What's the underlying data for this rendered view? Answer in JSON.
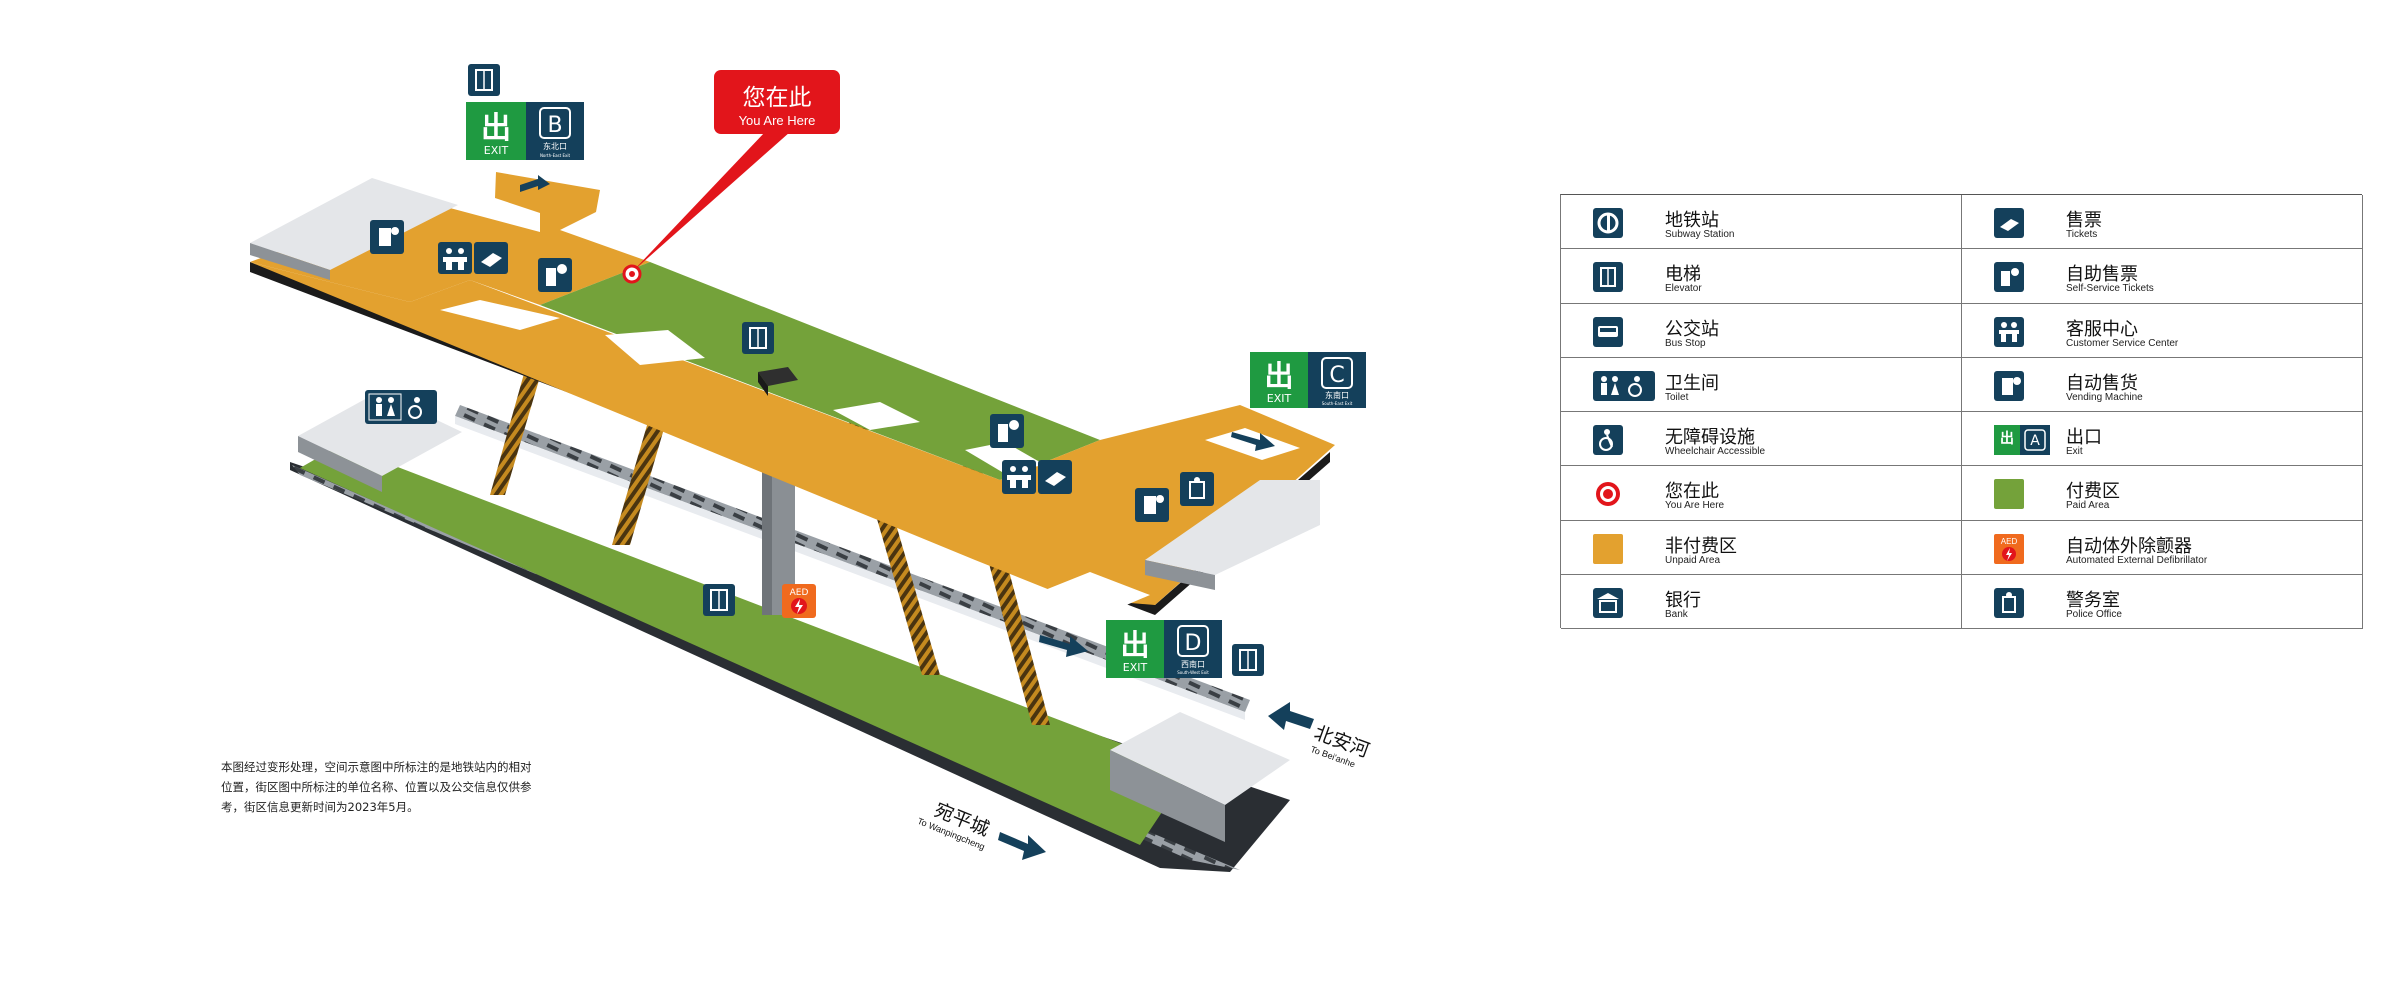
{
  "map": {
    "you_are_here": {
      "cn": "您在此",
      "en": "You Are Here"
    },
    "exits": [
      {
        "id": "B",
        "label": "EXIT",
        "cn": "东北口",
        "en": "North-East Exit"
      },
      {
        "id": "C",
        "label": "EXIT",
        "cn": "东南口",
        "en": "South-East Exit"
      },
      {
        "id": "D",
        "label": "EXIT",
        "cn": "西南口",
        "en": "South-West Exit"
      }
    ],
    "exit_glyph": "出",
    "directions": {
      "north": {
        "cn": "北安河",
        "en": "To Bei'anhe"
      },
      "south": {
        "cn": "宛平城",
        "en": "To Wanpingcheng"
      }
    },
    "aed_label": "AED",
    "note": "本图经过变形处理，空间示意图中所标注的是地铁站内的相对位置，街区图中所标注的单位名称、位置以及公交信息仅供参考，街区信息更新时间为2023年5月。"
  },
  "legend": [
    {
      "cn": "地铁站",
      "en": "Subway Station",
      "icon": "subway-icon"
    },
    {
      "cn": "售票",
      "en": "Tickets",
      "icon": "tickets-icon"
    },
    {
      "cn": "电梯",
      "en": "Elevator",
      "icon": "elevator-icon"
    },
    {
      "cn": "自助售票",
      "en": "Self-Service Tickets",
      "icon": "self-service-tickets-icon"
    },
    {
      "cn": "公交站",
      "en": "Bus Stop",
      "icon": "bus-icon"
    },
    {
      "cn": "客服中心",
      "en": "Customer Service Center",
      "icon": "customer-service-icon"
    },
    {
      "cn": "卫生间",
      "en": "Toilet",
      "icon": "toilet-icon"
    },
    {
      "cn": "自动售货",
      "en": "Vending Machine",
      "icon": "vending-icon"
    },
    {
      "cn": "无障碍设施",
      "en": "Wheelchair Accessible",
      "icon": "wheelchair-icon"
    },
    {
      "cn": "出口",
      "en": "Exit",
      "icon": "exit-icon",
      "exit_letter": "A"
    },
    {
      "cn": "您在此",
      "en": "You Are Here",
      "icon": "you-are-here-icon"
    },
    {
      "cn": "付费区",
      "en": "Paid Area",
      "icon": "paid-area-icon"
    },
    {
      "cn": "非付费区",
      "en": "Unpaid Area",
      "icon": "unpaid-area-icon"
    },
    {
      "cn": "自动体外除颤器",
      "en": "Automated External Defibrillator",
      "icon": "aed-icon"
    },
    {
      "cn": "银行",
      "en": "Bank",
      "icon": "bank-icon"
    },
    {
      "cn": "警务室",
      "en": "Police Office",
      "icon": "police-icon"
    }
  ],
  "colors": {
    "paid": "#74a23a",
    "unpaid": "#e3a12f",
    "sign_navy": "#14405b",
    "exit_green": "#1f9a41",
    "marker_red": "#e2151b",
    "aed_orange": "#f06a1e"
  }
}
